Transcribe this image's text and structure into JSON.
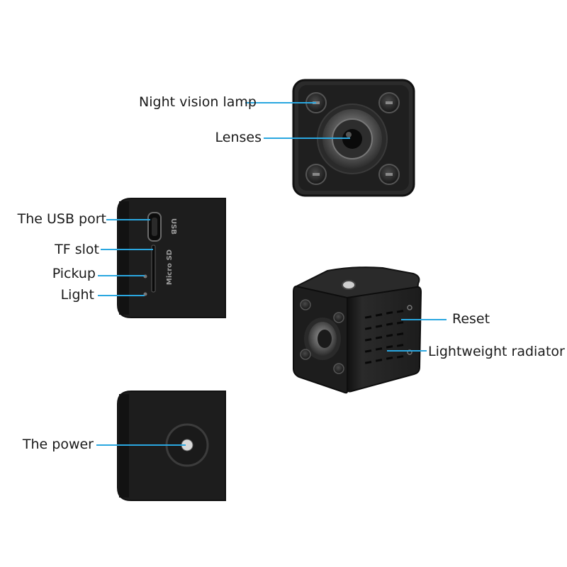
{
  "callouts": {
    "night_vision_lamp": "Night vision lamp",
    "lenses": "Lenses",
    "usb_port": "The USB port",
    "tf_slot": "TF slot",
    "pickup": "Pickup",
    "light": "Light",
    "reset": "Reset",
    "lightweight_radiator": "Lightweight radiator",
    "power": "The power"
  },
  "device_markings": {
    "usb": "USB",
    "micro_sd": "Micro SD"
  },
  "colors": {
    "leader_line": "#2aa7e0",
    "camera_body": "#1b1b1b"
  }
}
